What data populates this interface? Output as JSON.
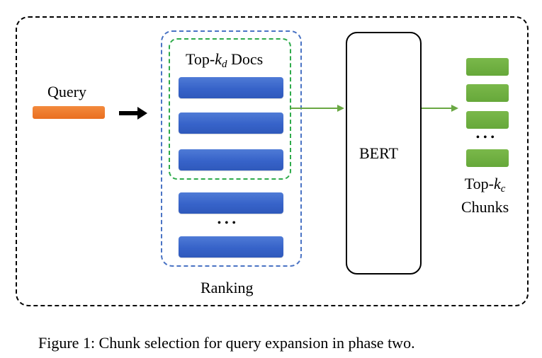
{
  "query_label": "Query",
  "topkd": {
    "prefix": "Top-",
    "k": "k",
    "sub": "d",
    "suffix": " Docs"
  },
  "ranking_label": "Ranking",
  "bert_label": "BERT",
  "topkc": {
    "prefix": "Top-",
    "k": "k",
    "sub": "c",
    "line2": "Chunks"
  },
  "ellipsis": "• • •",
  "caption": "Figure 1: Chunk selection for query expansion in phase two.",
  "colors": {
    "query_bar": "#ee7a2c",
    "doc_bar": "#3763c9",
    "chunk_bar": "#66a83a",
    "ranking_border": "#4a73c4",
    "topk_border": "#2eab4a",
    "arrow_green": "#6aa843"
  }
}
